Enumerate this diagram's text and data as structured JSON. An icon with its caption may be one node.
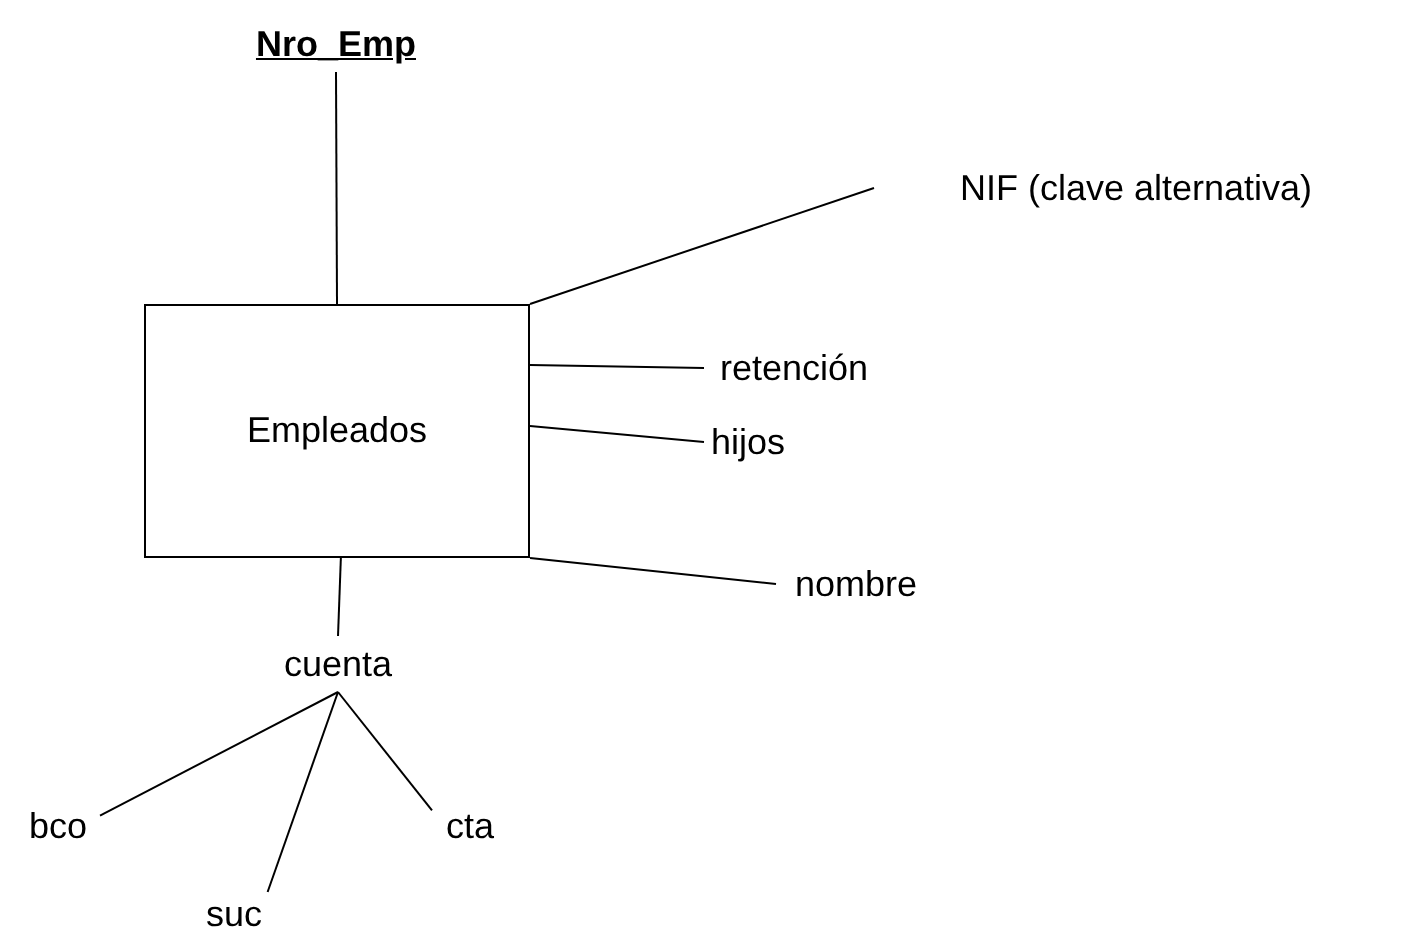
{
  "diagram": {
    "nodes": [
      {
        "text": [
          "Nro_Emp"
        ]
      },
      {
        "text": [
          "Empleados"
        ]
      },
      {
        "text": [
          "NIF (clave alternativa)"
        ]
      },
      {
        "text": [
          "retención"
        ]
      },
      {
        "text": [
          "hijos"
        ]
      },
      {
        "text": [
          "nombre"
        ]
      },
      {
        "text": [
          "cuenta"
        ]
      },
      {
        "text": [
          "bco"
        ]
      },
      {
        "text": [
          "suc"
        ]
      },
      {
        "text": [
          "cta"
        ]
      }
    ],
    "edges": [
      {
        "from": 0,
        "to": 1,
        "arrow": "none"
      },
      {
        "from": 1,
        "to": 2,
        "arrow": "none"
      },
      {
        "from": 1,
        "to": 3,
        "arrow": "none"
      },
      {
        "from": 1,
        "to": 4,
        "arrow": "none"
      },
      {
        "from": 1,
        "to": 5,
        "arrow": "none"
      },
      {
        "from": 1,
        "to": 6,
        "arrow": "none"
      },
      {
        "from": 6,
        "to": 7,
        "arrow": "none"
      },
      {
        "from": 6,
        "to": 8,
        "arrow": "none"
      },
      {
        "from": 6,
        "to": 9,
        "arrow": "none"
      }
    ]
  }
}
